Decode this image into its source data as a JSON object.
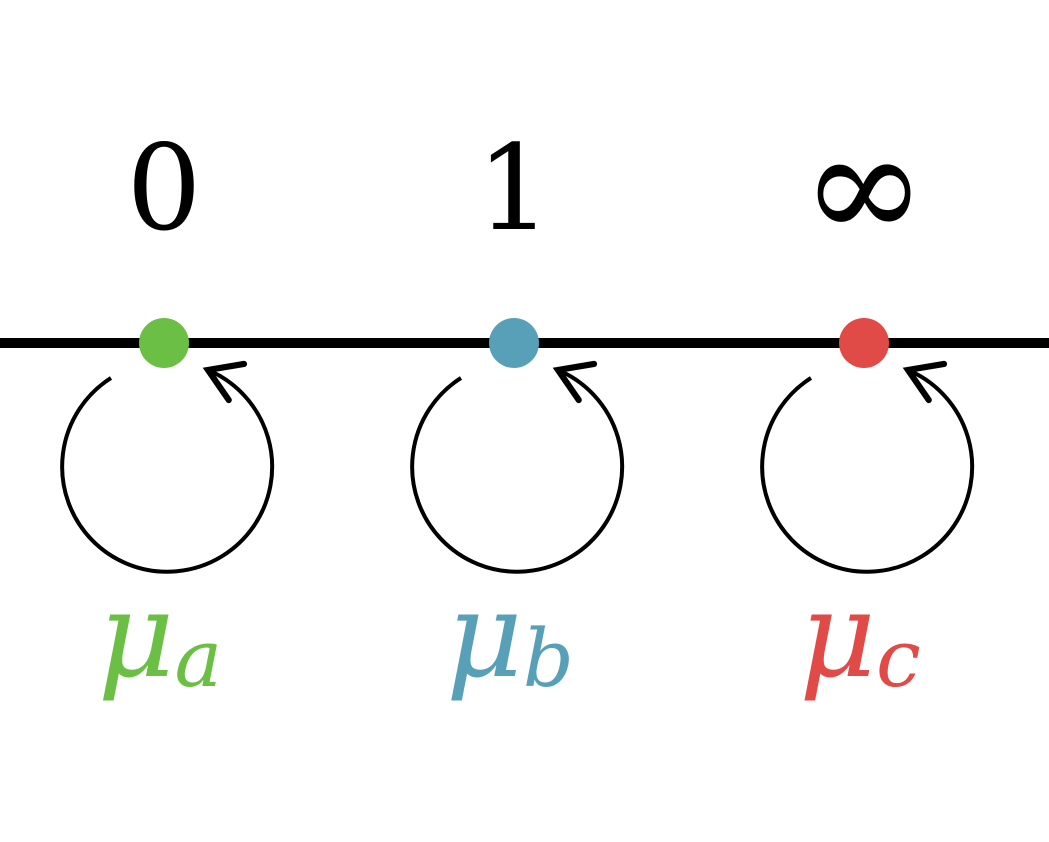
{
  "points": [
    {
      "label": "0",
      "symbol": "μ",
      "subscript": "a",
      "color": "#6bbf45"
    },
    {
      "label": "1",
      "symbol": "μ",
      "subscript": "b",
      "color": "#58a0b8"
    },
    {
      "label": "∞",
      "symbol": "μ",
      "subscript": "c",
      "color": "#e04b48"
    }
  ],
  "line_color": "#000000"
}
